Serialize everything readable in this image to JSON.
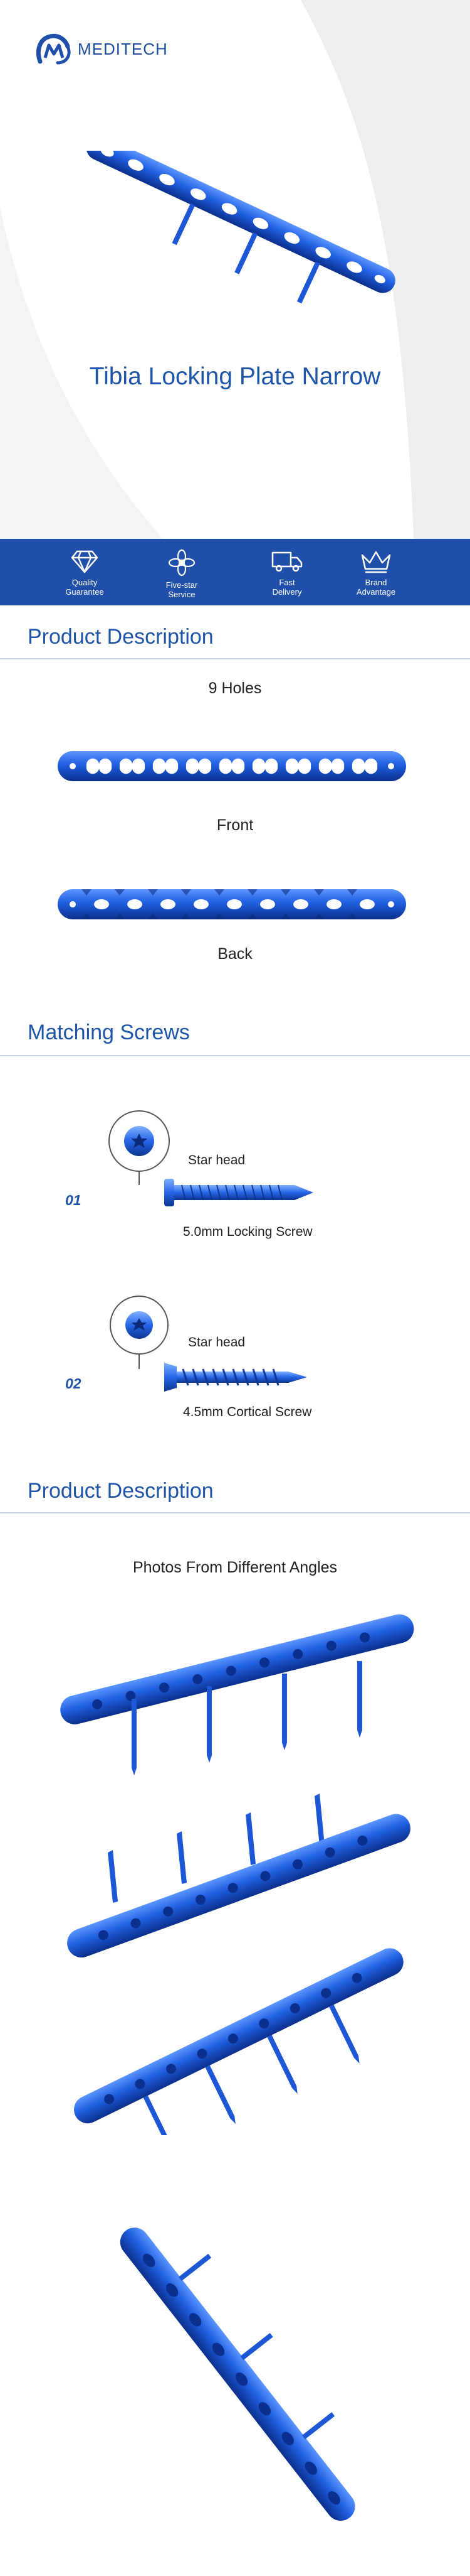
{
  "brand": {
    "name": "MEDITECH",
    "accent": "#1f4fa8"
  },
  "hero": {
    "title": "Tibia Locking Plate Narrow"
  },
  "features": [
    {
      "icon": "diamond-icon",
      "label": "Quality\nGuarantee"
    },
    {
      "icon": "flower-icon",
      "label": "Five-star\nService"
    },
    {
      "icon": "truck-icon",
      "label": "Fast\nDelivery"
    },
    {
      "icon": "crown-icon",
      "label": "Brand\nAdvantage"
    }
  ],
  "sections": {
    "description": {
      "title": "Product Description",
      "holes": "9 Holes",
      "front": "Front",
      "back": "Back"
    },
    "screws": {
      "title": "Matching Screws",
      "items": [
        {
          "num": "01",
          "head": "Star head",
          "name": "5.0mm Locking Screw"
        },
        {
          "num": "02",
          "head": "Star head",
          "name": "4.5mm Cortical Screw"
        }
      ]
    },
    "angles": {
      "title": "Product Description",
      "subtitle": "Photos From Different Angles"
    }
  }
}
